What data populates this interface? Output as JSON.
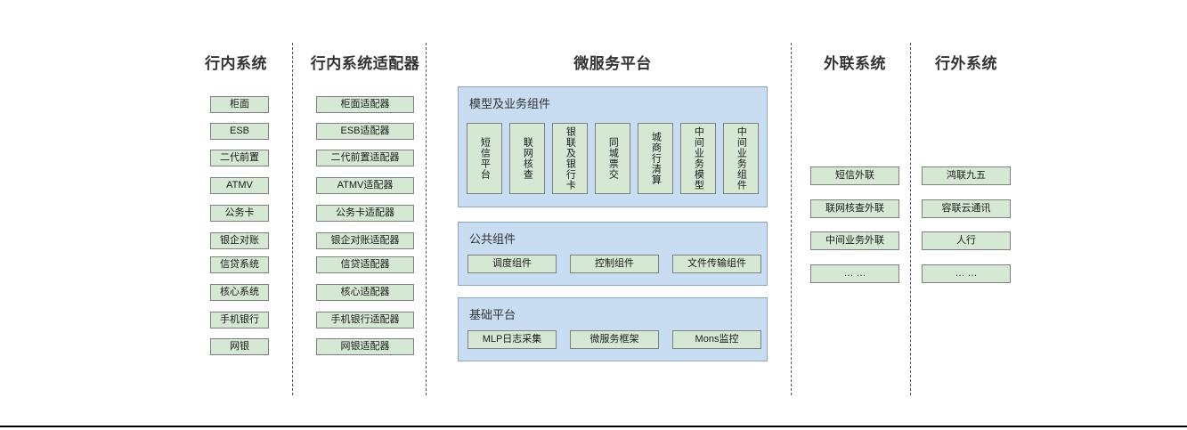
{
  "diagram": {
    "title_column_1": "行内系统",
    "title_column_2": "行内系统适配器",
    "title_column_3": "微服务平台",
    "title_column_4": "外联系统",
    "title_column_5": "行外系统",
    "colors": {
      "node_fill": "#d5e8d4",
      "node_border": "#7f7f7f",
      "panel_fill": "#c9ddf2",
      "panel_border": "#8aa7c4",
      "text": "#333333"
    }
  },
  "columns": {
    "internal_systems": [
      {
        "label": "柜面"
      },
      {
        "label": "ESB"
      },
      {
        "label": "二代前置"
      },
      {
        "label": "ATMV"
      },
      {
        "label": "公务卡"
      },
      {
        "label": "银企对账"
      },
      {
        "label": "信贷系统"
      },
      {
        "label": "核心系统"
      },
      {
        "label": "手机银行"
      },
      {
        "label": "网银"
      }
    ],
    "internal_adapters": [
      {
        "label": "柜面适配器"
      },
      {
        "label": "ESB适配器"
      },
      {
        "label": "二代前置适配器"
      },
      {
        "label": "ATMV适配器"
      },
      {
        "label": "公务卡适配器"
      },
      {
        "label": "银企对账适配器"
      },
      {
        "label": "信贷适配器"
      },
      {
        "label": "核心适配器"
      },
      {
        "label": "手机银行适配器"
      },
      {
        "label": "网银适配器"
      }
    ],
    "external_link_systems": [
      {
        "label": "短信外联"
      },
      {
        "label": "联网核查外联"
      },
      {
        "label": "中间业务外联"
      },
      {
        "label": "… …"
      }
    ],
    "outside_bank_systems": [
      {
        "label": "鸿联九五"
      },
      {
        "label": "容联云通讯"
      },
      {
        "label": "人行"
      },
      {
        "label": "… …"
      }
    ]
  },
  "platform": {
    "model_business_components": {
      "label": "模型及业务组件",
      "items": [
        {
          "label": "短信平台"
        },
        {
          "label": "联网核查"
        },
        {
          "label": "银联及银行卡"
        },
        {
          "label": "同城票交"
        },
        {
          "label": "城商行清算"
        },
        {
          "label": "中间业务模型"
        },
        {
          "label": "中间业务组件"
        }
      ]
    },
    "public_components": {
      "label": "公共组件",
      "items": [
        {
          "label": "调度组件"
        },
        {
          "label": "控制组件"
        },
        {
          "label": "文件传输组件"
        }
      ]
    },
    "base_platform": {
      "label": "基础平台",
      "items": [
        {
          "label": "MLP日志采集"
        },
        {
          "label": "微服务框架"
        },
        {
          "label": "Mons监控"
        }
      ]
    }
  }
}
